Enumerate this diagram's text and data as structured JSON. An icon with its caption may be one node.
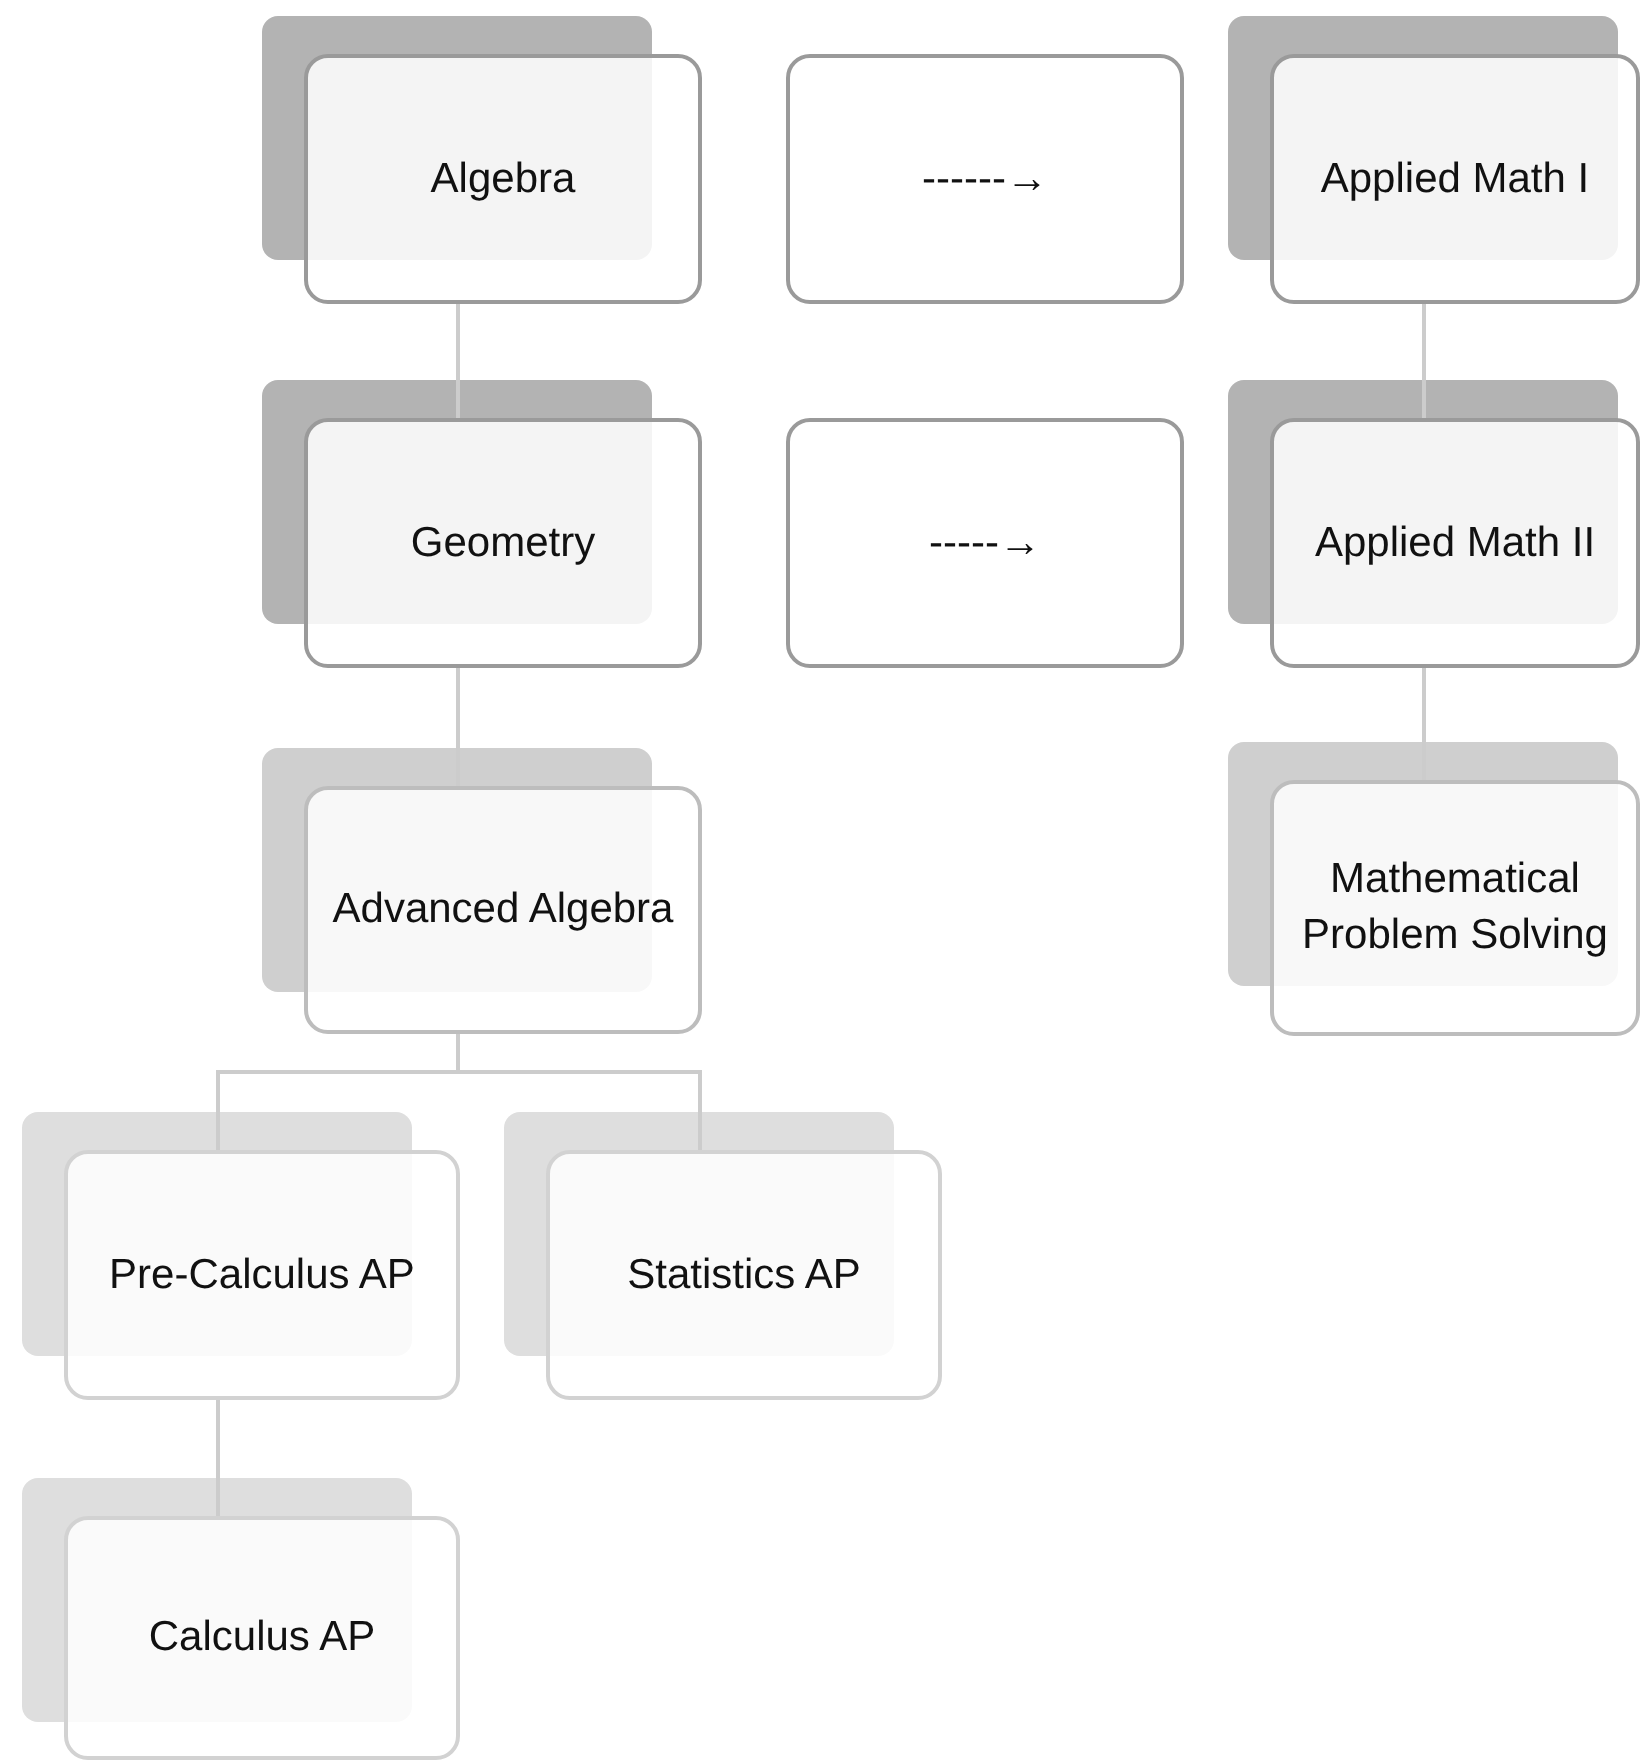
{
  "diagram": {
    "nodes": [
      {
        "text": [
          "Algebra"
        ]
      },
      {
        "text": [
          "------→"
        ]
      },
      {
        "text": [
          "Applied Math I"
        ]
      },
      {
        "text": [
          "Geometry"
        ]
      },
      {
        "text": [
          "-----→"
        ]
      },
      {
        "text": [
          "Applied Math II"
        ]
      },
      {
        "text": [
          "Advanced Algebra"
        ]
      },
      {
        "text": [
          "Mathematical Problem Solving"
        ]
      },
      {
        "text": [
          "Pre-Calculus AP"
        ]
      },
      {
        "text": [
          "Statistics AP"
        ]
      },
      {
        "text": [
          "Calculus AP"
        ]
      }
    ],
    "edges": [
      {
        "from": 0,
        "to": 3,
        "arrow": "none"
      },
      {
        "from": 3,
        "to": 6,
        "arrow": "none"
      },
      {
        "from": 6,
        "to": 8,
        "arrow": "none"
      },
      {
        "from": 6,
        "to": 9,
        "arrow": "none"
      },
      {
        "from": 8,
        "to": 10,
        "arrow": "none"
      },
      {
        "from": 2,
        "to": 5,
        "arrow": "none"
      },
      {
        "from": 5,
        "to": 7,
        "arrow": "none"
      }
    ]
  }
}
